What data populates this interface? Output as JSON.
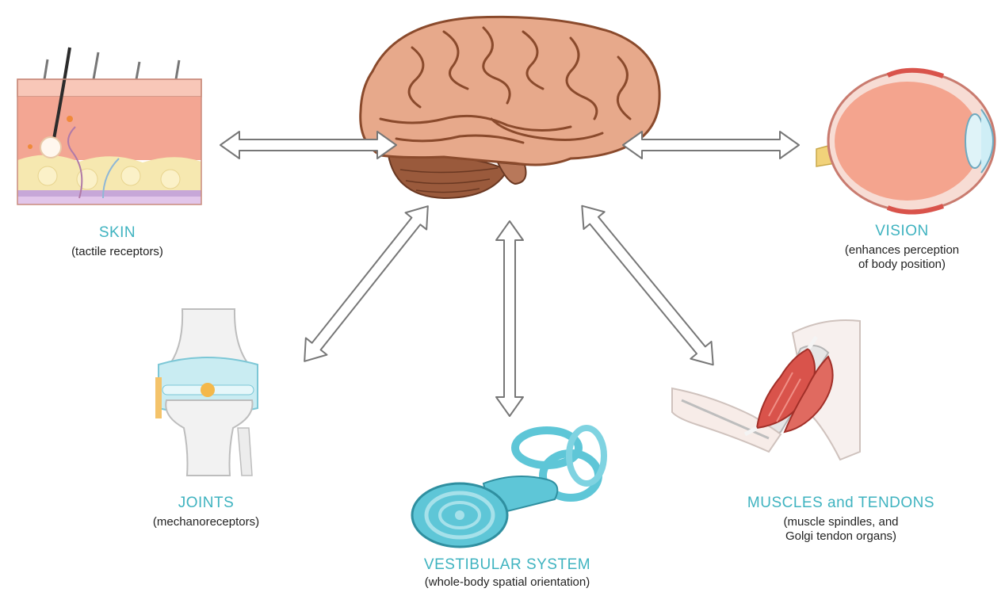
{
  "colors": {
    "label_accent": "#3fb3c0",
    "subtitle_text": "#222222",
    "arrow_stroke": "#777777",
    "arrow_fill": "#ffffff",
    "brain": "#e7a98b",
    "brain_sulci": "#8a4a2c",
    "cerebellum": "#9a5a3c",
    "skin_pink": "#f3a693",
    "fat_yellow": "#f6e8b0",
    "eye_pink": "#f4a48e",
    "vestibular_blue": "#5ec6d7",
    "muscle_red": "#d9534b"
  },
  "icons": {
    "brain": "brain-icon",
    "skin": "skin-section-icon",
    "eye": "eye-icon",
    "joint": "knee-joint-icon",
    "vestibular": "inner-ear-icon",
    "muscle": "arm-muscle-icon",
    "arrow": "double-arrow-icon"
  },
  "labels": {
    "skin": {
      "title": "SKIN",
      "sub_lines": [
        "(tactile receptors)"
      ]
    },
    "vision": {
      "title": "VISION",
      "sub_lines": [
        "(enhances perception",
        "of body position)"
      ]
    },
    "joints": {
      "title": "JOINTS",
      "sub_lines": [
        "(mechanoreceptors)"
      ]
    },
    "vestibular": {
      "title": "VESTIBULAR SYSTEM",
      "sub_lines": [
        "(whole-body spatial orientation)"
      ]
    },
    "muscles": {
      "title": "MUSCLES and TENDONS",
      "sub_lines": [
        "(muscle spindles, and",
        "Golgi tendon organs)"
      ]
    }
  }
}
